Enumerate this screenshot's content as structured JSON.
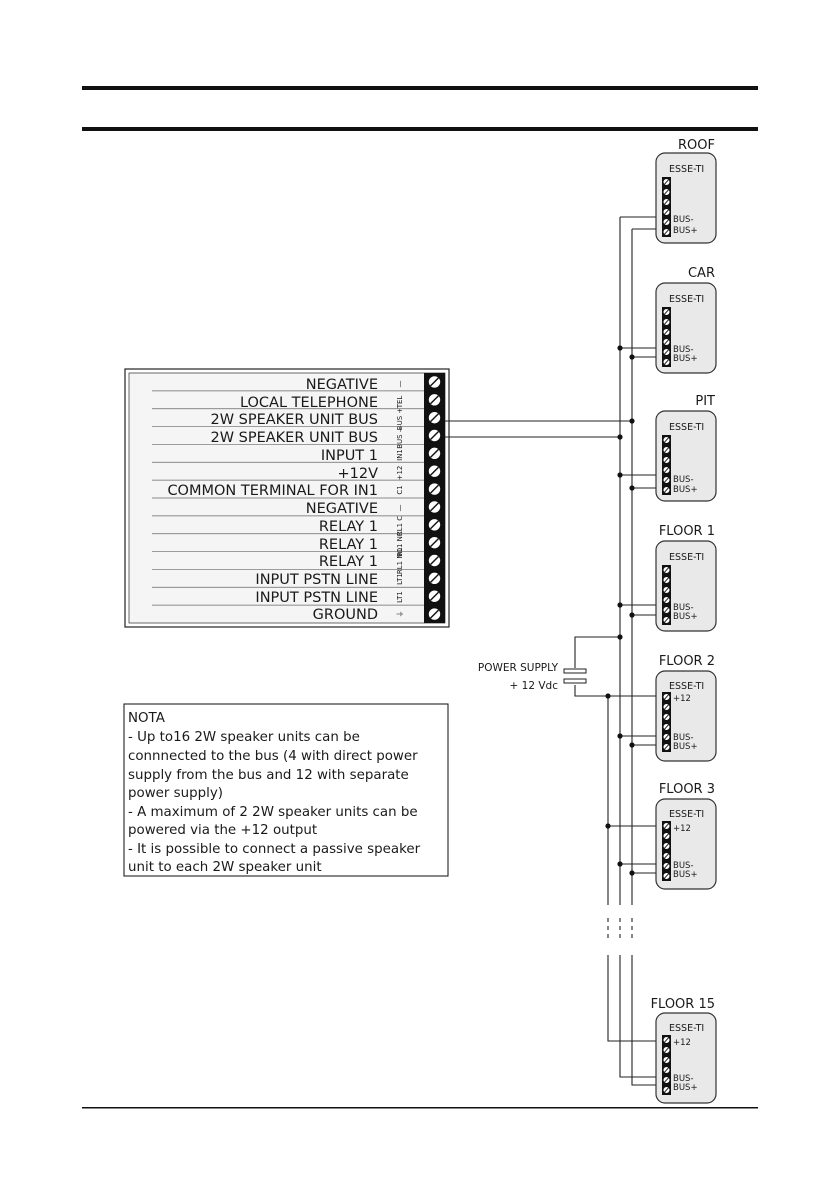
{
  "terminal_block": {
    "rows": [
      {
        "label": "NEGATIVE",
        "abbr": "—"
      },
      {
        "label": "LOCAL TELEPHONE",
        "abbr": "TEL"
      },
      {
        "label": "2W SPEAKER UNIT BUS",
        "abbr": "BUS +"
      },
      {
        "label": "2W SPEAKER UNIT BUS",
        "abbr": "BUS —"
      },
      {
        "label": "INPUT 1",
        "abbr": "IN1"
      },
      {
        "label": "+12V",
        "abbr": "+12"
      },
      {
        "label": "COMMON TERMINAL FOR IN1",
        "abbr": "C1"
      },
      {
        "label": "NEGATIVE",
        "abbr": "—"
      },
      {
        "label": "RELAY 1",
        "abbr": "RL1 C"
      },
      {
        "label": "RELAY 1",
        "abbr": "RL1 NC"
      },
      {
        "label": "RELAY 1",
        "abbr": "RL1 NO"
      },
      {
        "label": "INPUT PSTN LINE",
        "abbr": "LT1"
      },
      {
        "label": "INPUT PSTN LINE",
        "abbr": "LT1"
      },
      {
        "label": "GROUND",
        "abbr": "⏚"
      }
    ]
  },
  "units": [
    {
      "title": "ROOF",
      "model": "ESSE-TI",
      "pins": [
        "BUS-",
        "BUS+"
      ]
    },
    {
      "title": "CAR",
      "model": "ESSE-TI",
      "pins": [
        "BUS-",
        "BUS+"
      ]
    },
    {
      "title": "PIT",
      "model": "ESSE-TI",
      "pins": [
        "BUS-",
        "BUS+"
      ]
    },
    {
      "title": "FLOOR 1",
      "model": "ESSE-TI",
      "pins": [
        "BUS-",
        "BUS+"
      ]
    },
    {
      "title": "FLOOR 2",
      "model": "ESSE-TI",
      "pins": [
        "+12",
        "BUS-",
        "BUS+"
      ]
    },
    {
      "title": "FLOOR 3",
      "model": "ESSE-TI",
      "pins": [
        "+12",
        "BUS-",
        "BUS+"
      ]
    },
    {
      "title": "FLOOR 15",
      "model": "ESSE-TI",
      "pins": [
        "+12",
        "BUS-",
        "BUS+"
      ]
    }
  ],
  "power_supply": {
    "label": "POWER SUPPLY",
    "voltage": "+ 12  Vdc"
  },
  "note": {
    "lines": [
      "NOTA",
      "- Up to16 2W speaker units can be",
      "connnected to the bus (4 with direct power",
      "supply from the bus and 12 with separate",
      "power supply)",
      "- A maximum of 2 2W speaker units can be",
      "powered via the +12 output",
      "- It is possible to connect a passive speaker",
      "unit to each 2W speaker unit"
    ]
  },
  "colors": {
    "ink": "#1a1a1a",
    "unit_fill": "#e9e9e9",
    "terminal_fill": "#f5f5f5"
  }
}
